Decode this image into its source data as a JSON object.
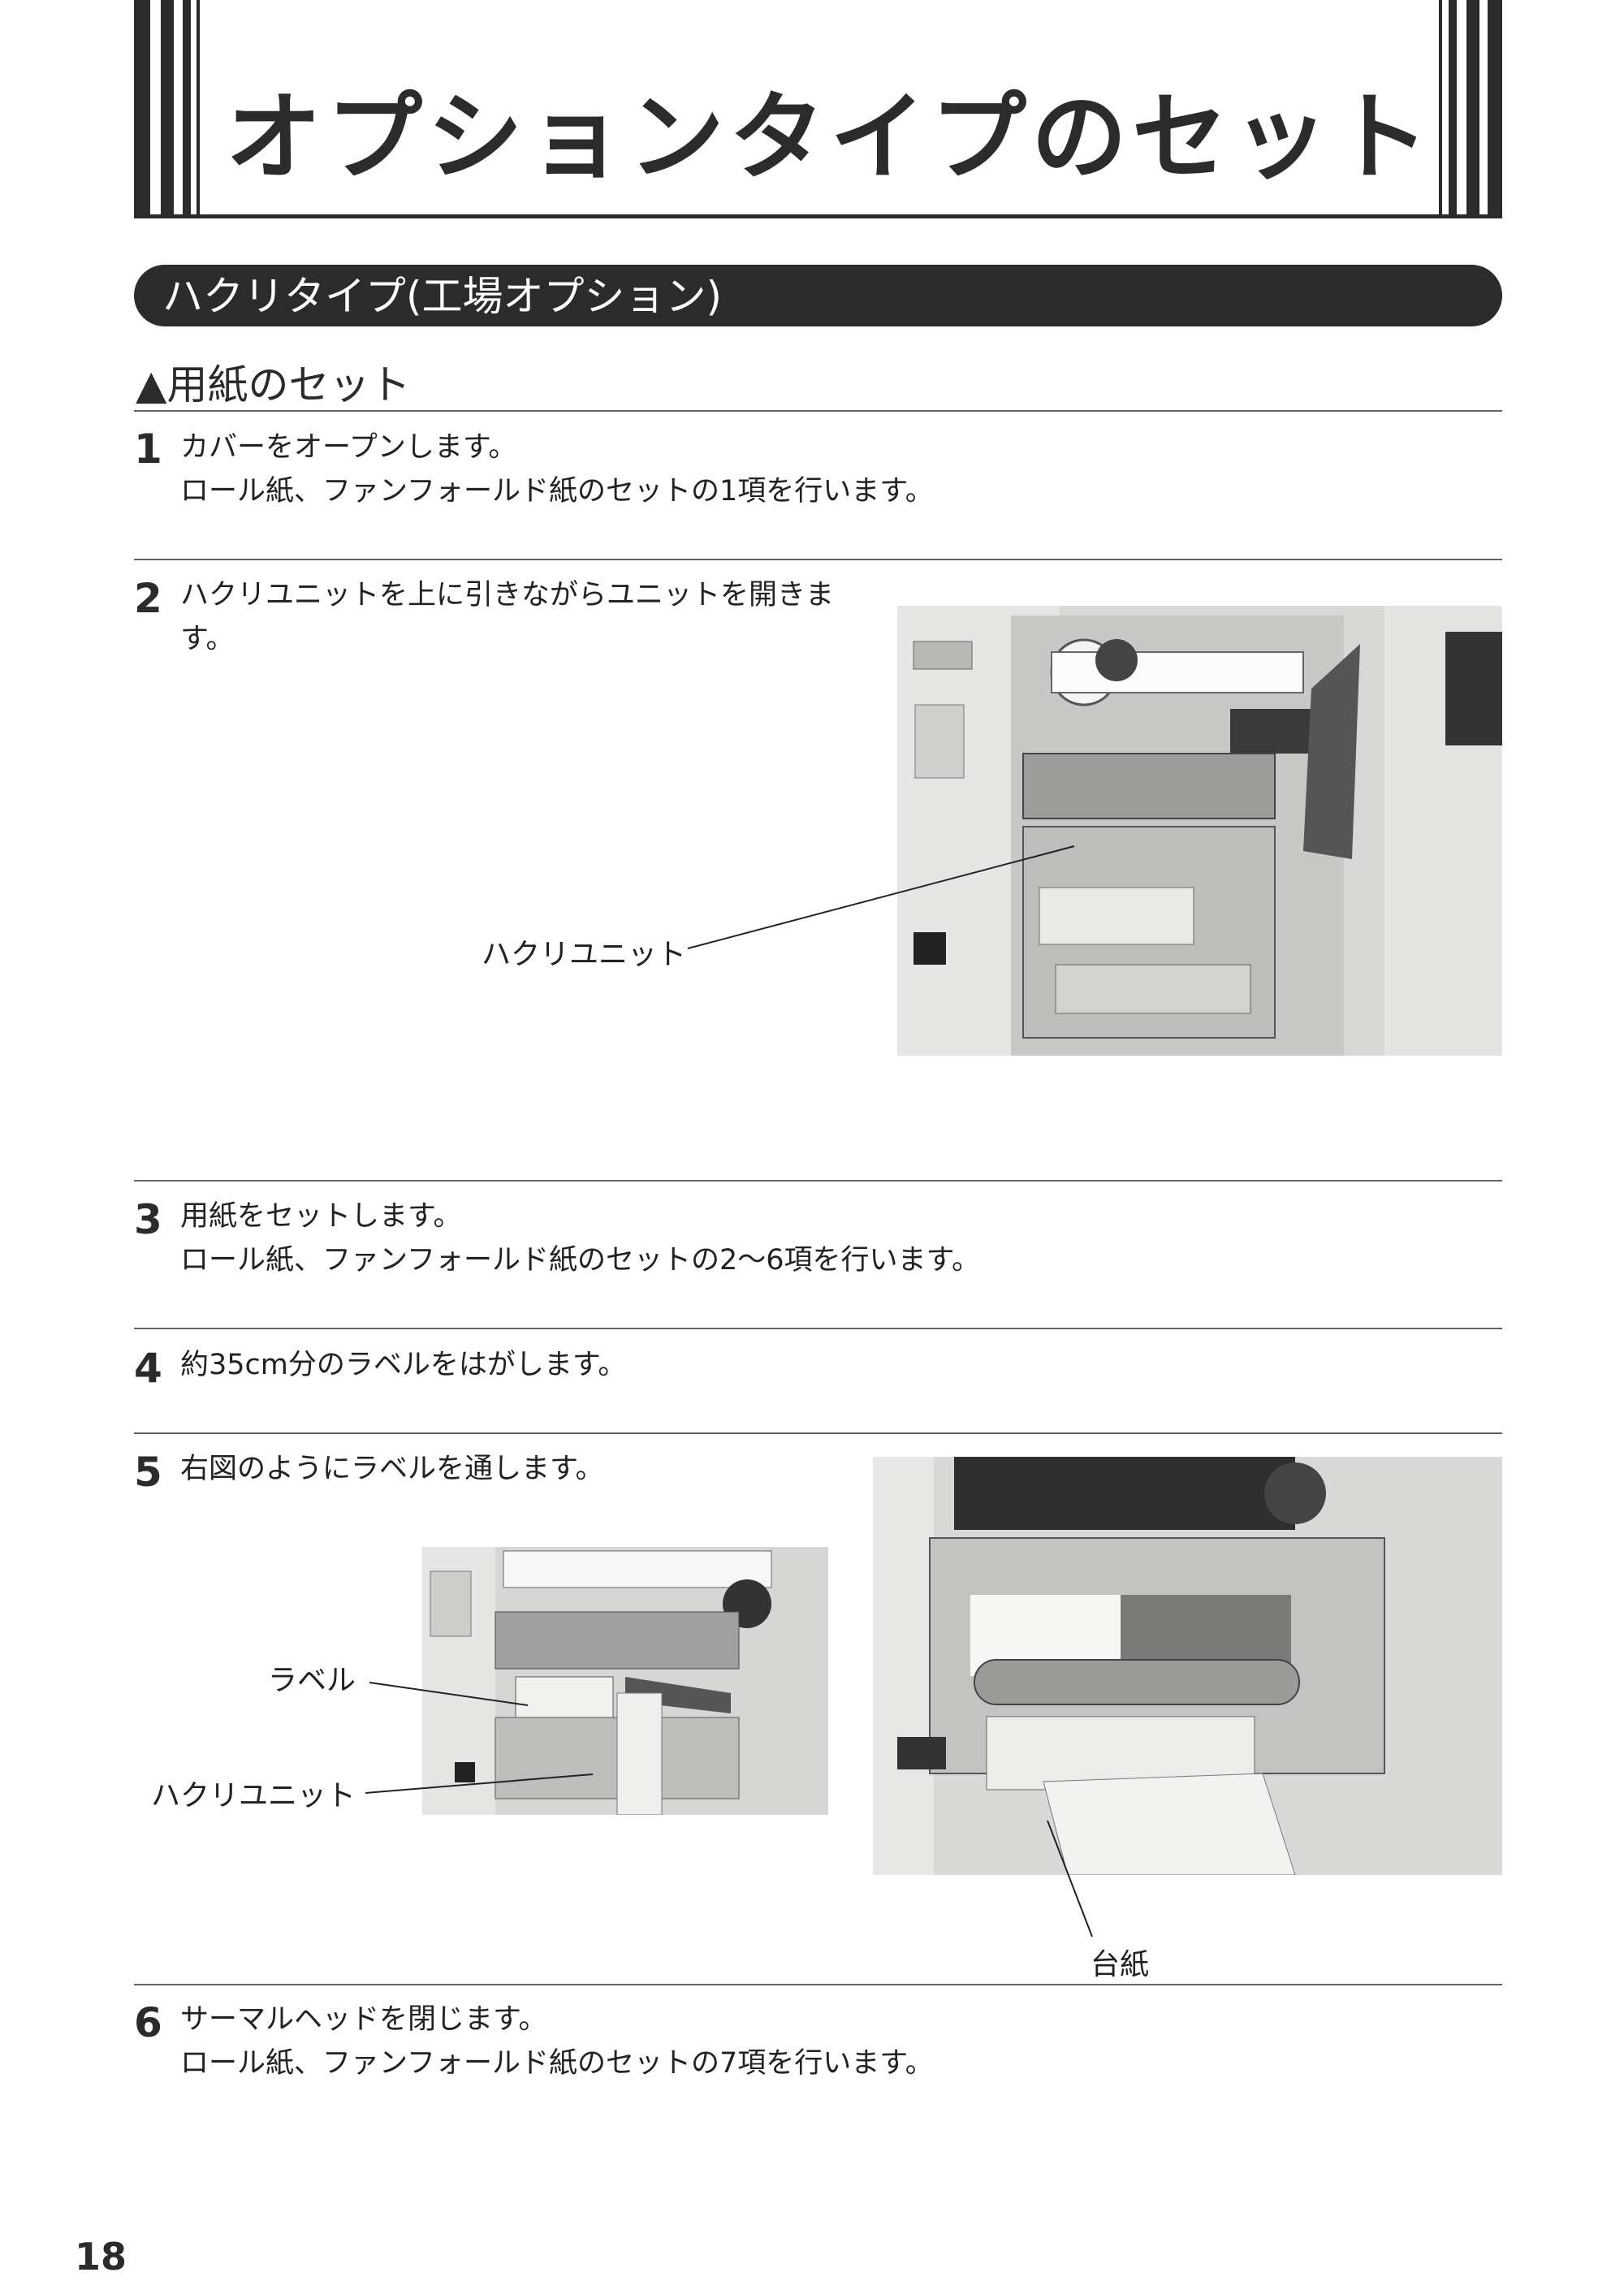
{
  "header": {
    "title": "オプションタイプのセット"
  },
  "section": {
    "title": "ハクリタイプ(工場オプション)"
  },
  "subsection": {
    "title": "▲用紙のセット"
  },
  "steps": [
    {
      "num": "1",
      "lines": [
        "カバーをオープンします。",
        "ロール紙、ファンフォールド紙のセットの1項を行います。"
      ]
    },
    {
      "num": "2",
      "lines": [
        "ハクリユニットを上に引きながらユニットを開きま",
        "す。"
      ]
    },
    {
      "num": "3",
      "lines": [
        "用紙をセットします。",
        "ロール紙、ファンフォールド紙のセットの2〜6項を行います。"
      ]
    },
    {
      "num": "4",
      "lines": [
        "約35cm分のラベルをはがします。"
      ]
    },
    {
      "num": "5",
      "lines": [
        "右図のようにラベルを通します。"
      ]
    },
    {
      "num": "6",
      "lines": [
        "サーマルヘッドを閉じます。",
        "ロール紙、ファンフォールド紙のセットの7項を行います。"
      ]
    }
  ],
  "captions": {
    "fig1_unit": "ハクリユニット",
    "fig2_label": "ラベル",
    "fig2_unit": "ハクリユニット",
    "fig3_backing": "台紙"
  },
  "page_number": "18"
}
